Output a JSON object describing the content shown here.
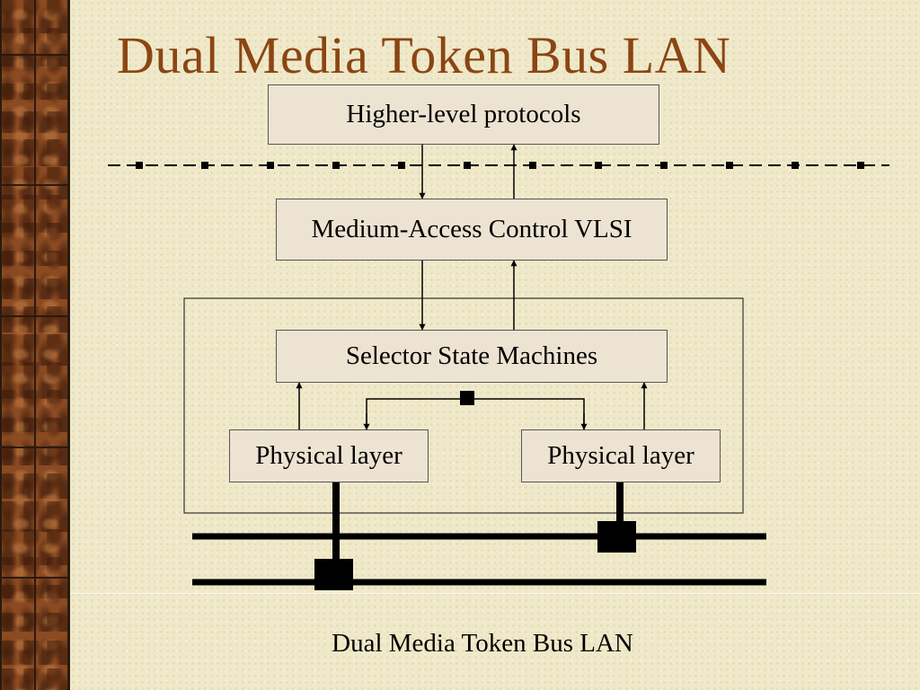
{
  "slide": {
    "title": "Dual Media Token Bus LAN",
    "footer": "Dual Media Token Bus LAN"
  },
  "diagram": {
    "boxes": {
      "higher_level": "Higher-level protocols",
      "mac_vlsi": "Medium-Access Control VLSI",
      "selector": "Selector State Machines",
      "physical_left": "Physical layer",
      "physical_right": "Physical layer"
    }
  },
  "colors": {
    "title": "#8b4513",
    "box_fill": "#ede3d2",
    "background": "#efe9c9",
    "side_strip": "#8a4a22"
  }
}
